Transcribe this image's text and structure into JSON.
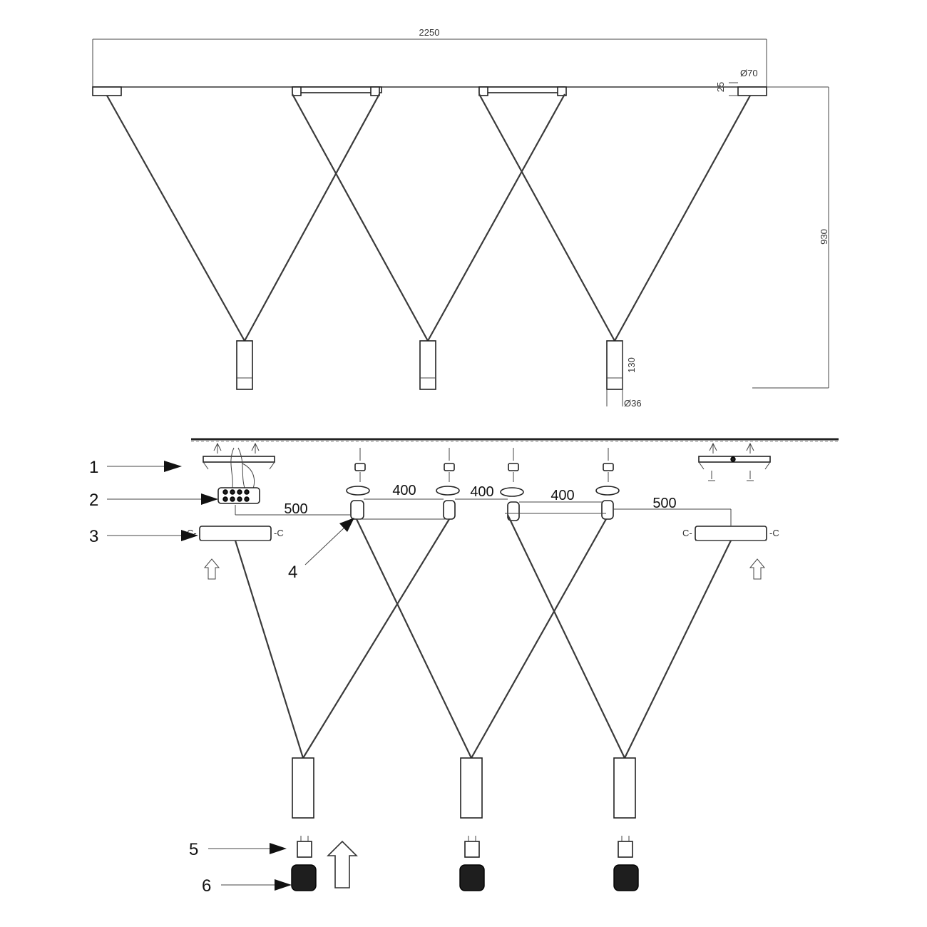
{
  "dimensions": {
    "total_length": "2250",
    "canopy_diameter": "Ø70",
    "canopy_height": "25",
    "drop_height": "930",
    "shade_height": "130",
    "shade_diameter": "Ø36"
  },
  "spacing": {
    "left_end": "500",
    "gap_1": "400",
    "gap_2": "400",
    "gap_3": "400",
    "right_end": "500"
  },
  "callouts": [
    "1",
    "2",
    "3",
    "4",
    "5",
    "6"
  ]
}
